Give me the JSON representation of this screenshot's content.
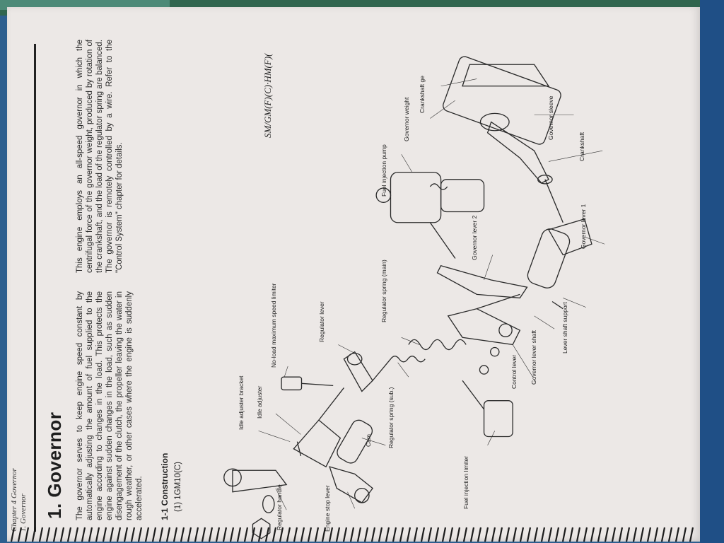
{
  "header": {
    "chapter": "Chapter 4 Governor",
    "section": "1. Governor",
    "model": "SM/GM(F)(C)·HM(F)("
  },
  "title": "1. Governor",
  "body": {
    "paragraph1": "The governor serves to keep engine speed constant by automatically adjusting the amount of fuel supplied to the engine according to changes in the load. This protects the engine against sudden changes in the load, such as sudden disengagement of the clutch, the propeller leaving the water in rough weather, or other cases where the engine is suddenly accelerated.",
    "paragraph2": "This engine employs an all-speed governor in which the centrifugal force of the governor weight, produced by rotation of the crankshaft, and the load of the regulator spring are balanced.",
    "paragraph3": "The governor is remotely controlled by a wire. Refer to the \"Control System\" chapter for details."
  },
  "section_heading": "1-1 Construction",
  "subsection_heading": "(1) 1GM10(C)",
  "diagram_labels": {
    "idle_adjuster_bracket": "Idle adjuster bracket",
    "idle_adjuster": "Idle adjuster",
    "no_load_limiter": "No-load maximum speed limiter",
    "regulator_lever": "Regulator lever",
    "regulator_spring_main": "Regulator spring (main)",
    "regulator_spring_sub": "Regulator spring (sub.)",
    "cam": "Cam",
    "regulator_handle": "Regulator handle",
    "engine_stop_lever": "Engine stop lever",
    "fuel_injection_limiter": "Fuel injection limiter",
    "control_lever": "Control lever",
    "governor_lever_shaft": "Governor lever shaft",
    "lever_shaft_support": "Lever shaft support",
    "governor_lever_1": "Governor lever 1",
    "governor_lever_2": "Governor lever 2",
    "fuel_injection_pump": "Fuel injection pump",
    "governor_weight": "Governor weight",
    "crankshaft_gear": "Crankshaft ge",
    "governor_sleeve": "Governor sleeve",
    "crankshaft": "Crankshaft"
  },
  "colors": {
    "paper": "#ece8e6",
    "ink": "#222222",
    "background_blue": "#2d5f8f",
    "background_green": "#30654e"
  }
}
